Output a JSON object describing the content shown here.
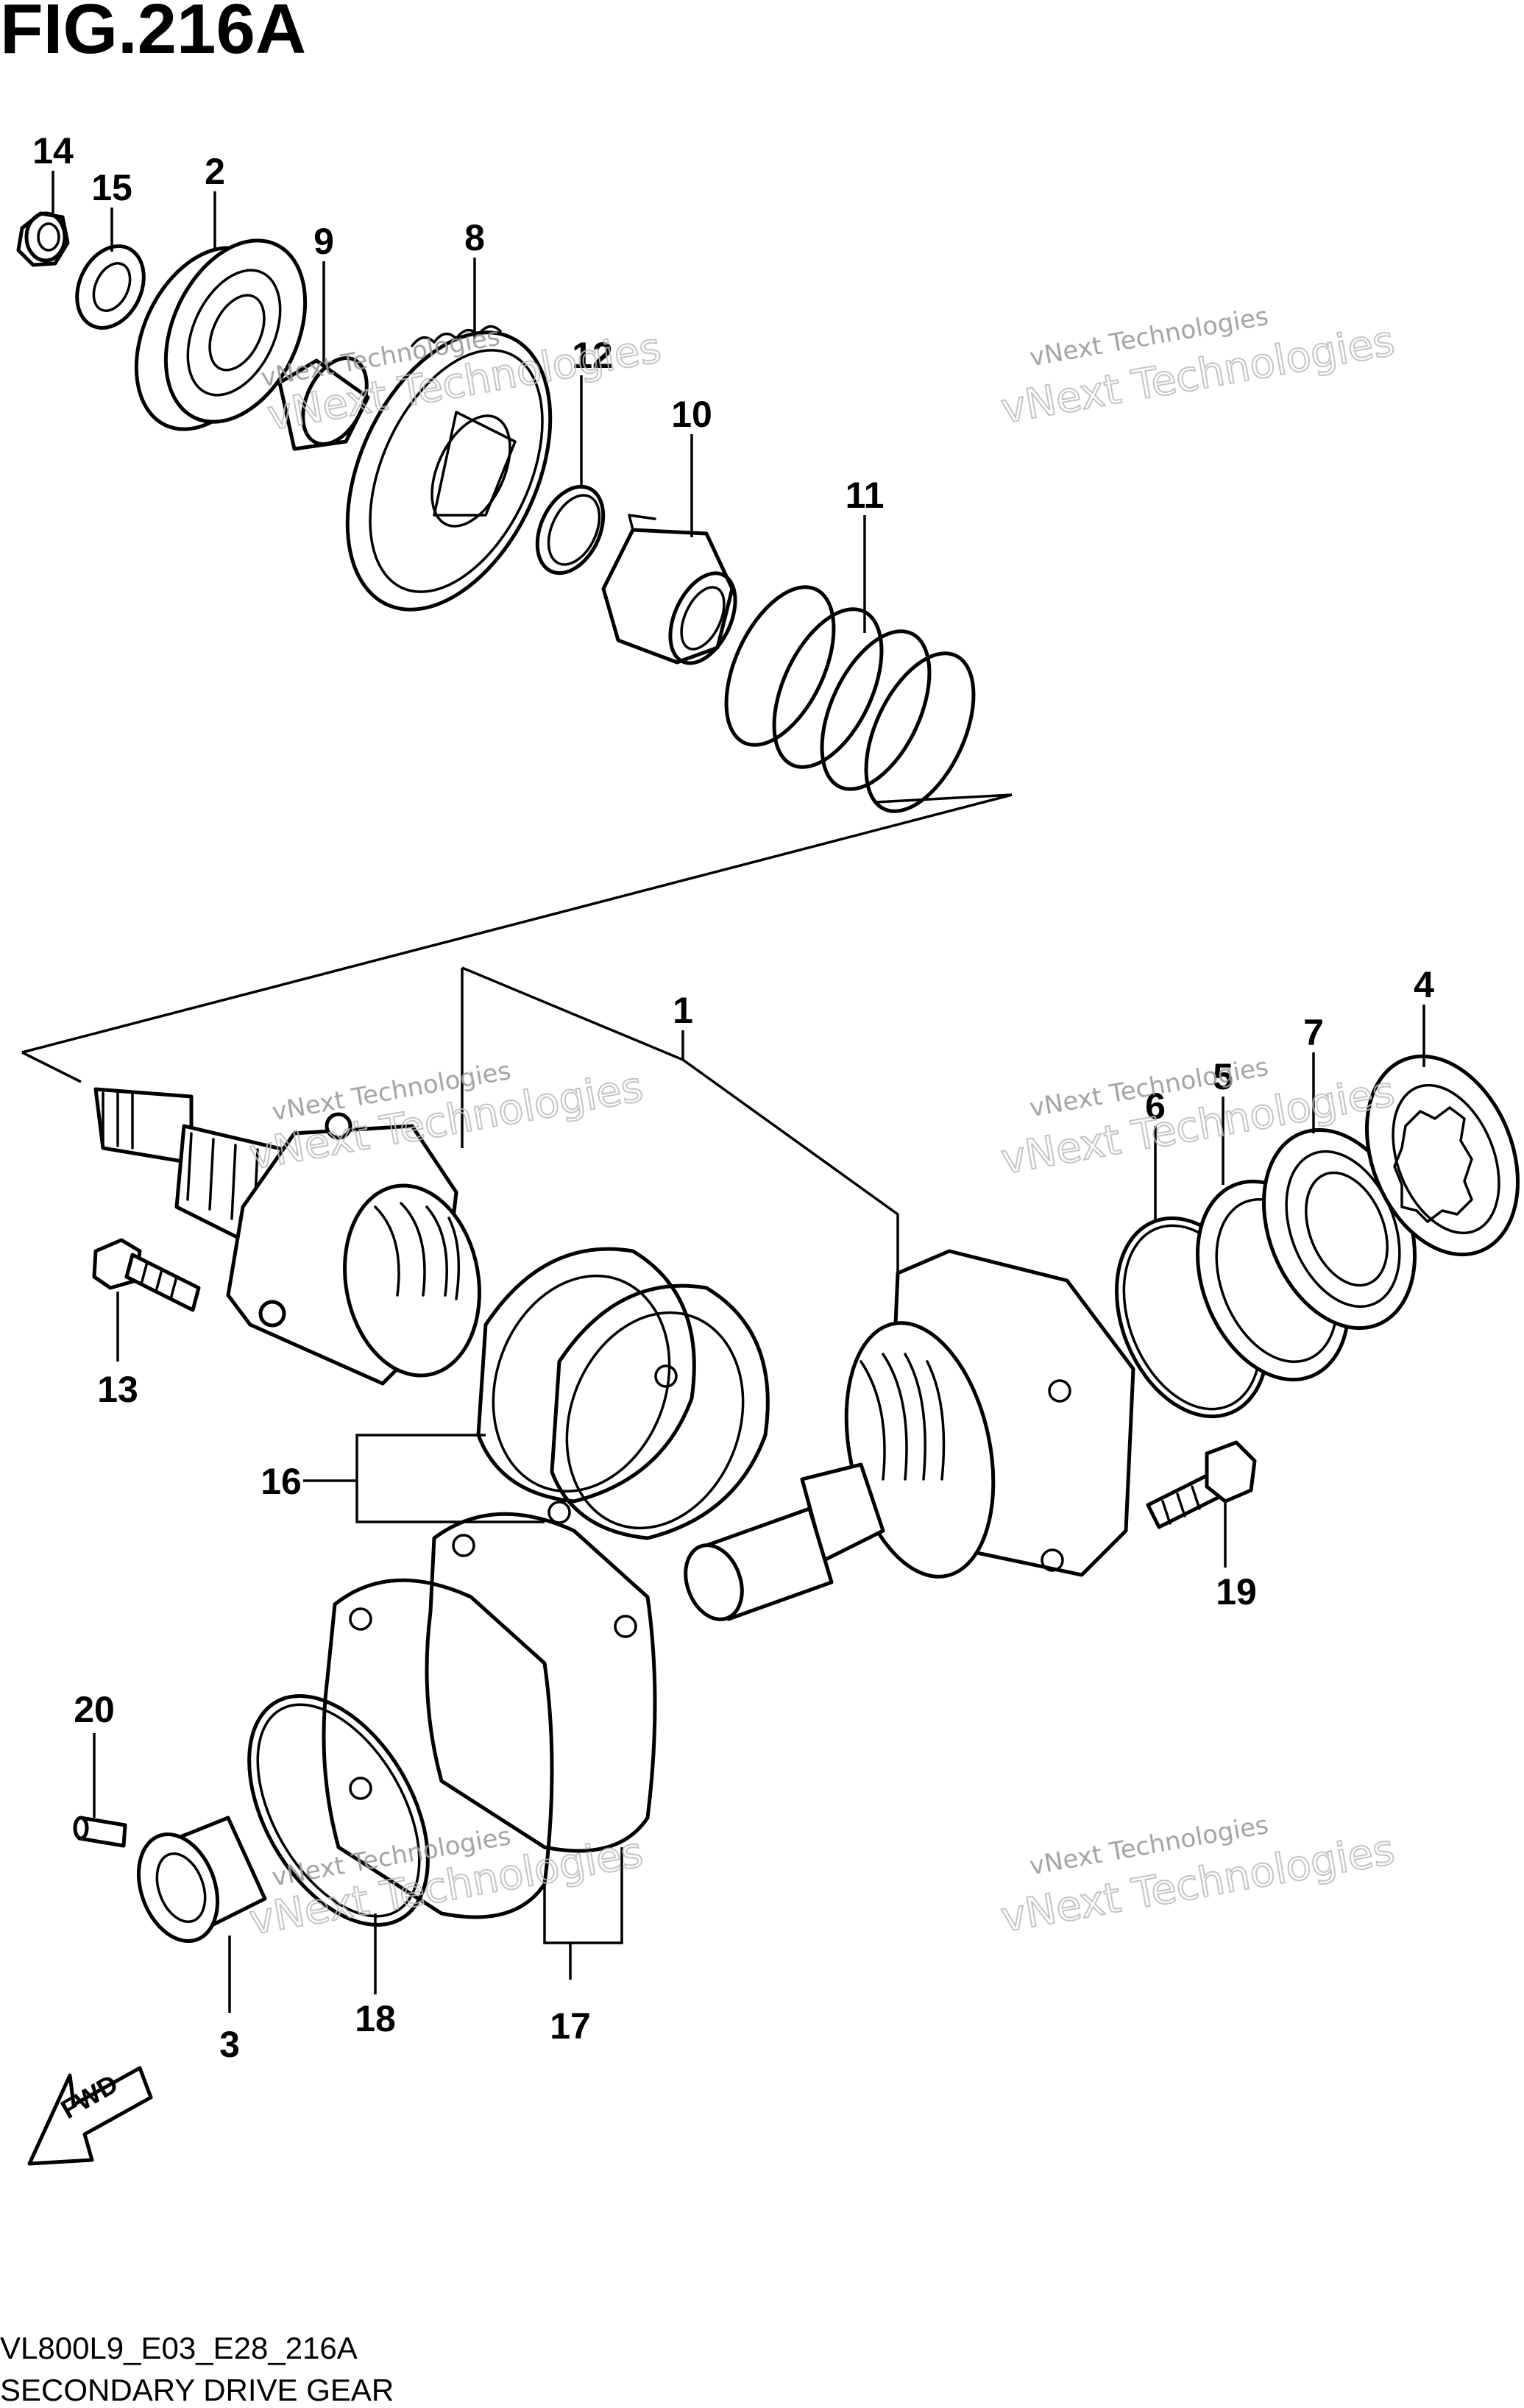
{
  "figure": {
    "title": "FIG.216A",
    "model_code": "VL800L9_E03_E28_216A",
    "caption": "SECONDARY DRIVE GEAR",
    "direction_label": "FWD"
  },
  "watermark": {
    "line1": "vNext Technologies",
    "line2": "vNext Technologies"
  },
  "callouts": [
    {
      "id": "14",
      "label": "14"
    },
    {
      "id": "15",
      "label": "15"
    },
    {
      "id": "2",
      "label": "2"
    },
    {
      "id": "9",
      "label": "9"
    },
    {
      "id": "8",
      "label": "8"
    },
    {
      "id": "12",
      "label": "12"
    },
    {
      "id": "10",
      "label": "10"
    },
    {
      "id": "11",
      "label": "11"
    },
    {
      "id": "1",
      "label": "1"
    },
    {
      "id": "4",
      "label": "4"
    },
    {
      "id": "7",
      "label": "7"
    },
    {
      "id": "5",
      "label": "5"
    },
    {
      "id": "6",
      "label": "6"
    },
    {
      "id": "13",
      "label": "13"
    },
    {
      "id": "16",
      "label": "16"
    },
    {
      "id": "19",
      "label": "19"
    },
    {
      "id": "20",
      "label": "20"
    },
    {
      "id": "18",
      "label": "18"
    },
    {
      "id": "17",
      "label": "17"
    },
    {
      "id": "3",
      "label": "3"
    }
  ],
  "colors": {
    "line": "#000000",
    "background": "#ffffff",
    "watermark": "#9a9a9a"
  }
}
